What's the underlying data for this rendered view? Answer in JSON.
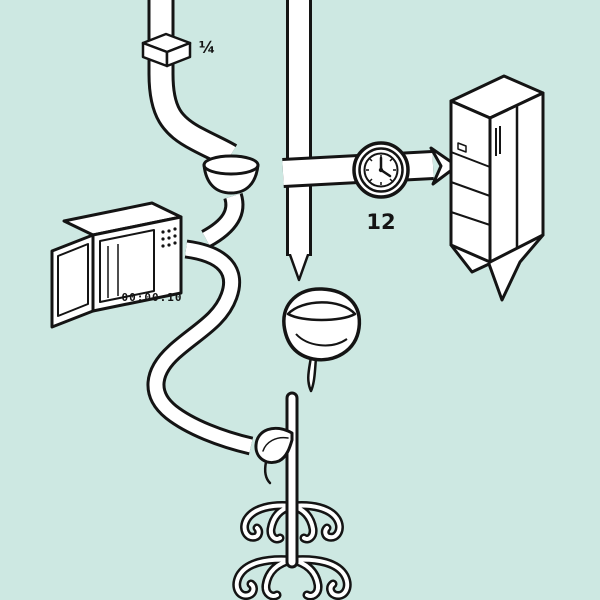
{
  "canvas": {
    "background_color": "#cde8e2",
    "ink_color": "#141414",
    "fill_color": "#ffffff",
    "description": "Hand-drawn recipe flow diagram: quarter stick of butter into bowl, microwave 10 seconds, clock 12, refrigerator, pouring bowl onto plant stand"
  },
  "labels": {
    "butter_quantity": "¼",
    "microwave_timer": "00:00:10",
    "clock_number": "12"
  },
  "icons": [
    "butter-stick-icon",
    "bowl-icon",
    "microwave-icon",
    "clock-icon",
    "fridge-icon",
    "pouring-bowl-icon",
    "plant-icon",
    "ribbon-flow-path"
  ]
}
